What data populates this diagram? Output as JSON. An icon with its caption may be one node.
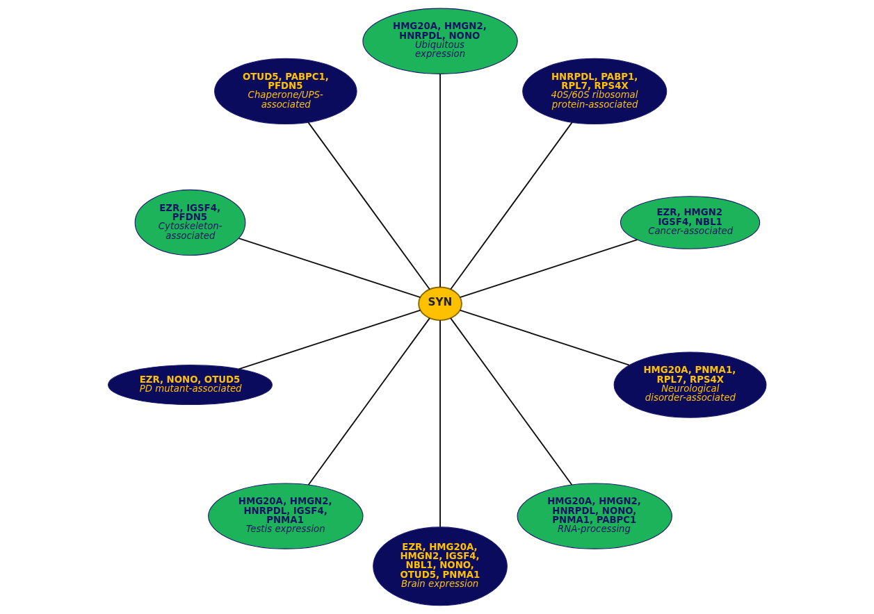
{
  "diagram": {
    "nodes": [
      {
        "text": [
          "SYN"
        ]
      },
      {
        "text": [
          "EZR, HMGN2 IGSF4, NBL1",
          "Cancer-associated"
        ]
      },
      {
        "text": [
          "HNRPDL, PABP1, RPL7, RPS4X",
          "40S/60S ribosomal protein-associated"
        ]
      },
      {
        "text": [
          "HMG20A, HMGN2, HNRPDL, NONO",
          "Ubiquitous expression"
        ]
      },
      {
        "text": [
          "OTUD5, PABPC1, PFDN5",
          "Chaperone/UPS-associated"
        ]
      },
      {
        "text": [
          "EZR, IGSF4, PFDN5",
          "Cytoskeleton-associated"
        ]
      },
      {
        "text": [
          "EZR, NONO, OTUD5",
          "PD mutant-associated"
        ]
      },
      {
        "text": [
          "HMG20A, HMGN2, HNRPDL, IGSF4, PNMA1",
          "Testis expression"
        ]
      },
      {
        "text": [
          "EZR, HMG20A, HMGN2, IGSF4, NBL1, NONO, OTUD5, PNMA1",
          "Brain expression"
        ]
      },
      {
        "text": [
          "HMG20A, HMGN2, HNRPDL, NONO, PNMA1, PABPC1",
          "RNA-processing"
        ]
      },
      {
        "text": [
          "HMG20A, PNMA1, RPL7, RPS4X",
          "Neurological disorder-associated"
        ]
      }
    ],
    "edges": [
      {
        "from": 0,
        "to": 1,
        "arrow": "none"
      },
      {
        "from": 0,
        "to": 2,
        "arrow": "none"
      },
      {
        "from": 0,
        "to": 3,
        "arrow": "none"
      },
      {
        "from": 0,
        "to": 4,
        "arrow": "none"
      },
      {
        "from": 0,
        "to": 5,
        "arrow": "none"
      },
      {
        "from": 0,
        "to": 6,
        "arrow": "none"
      },
      {
        "from": 0,
        "to": 7,
        "arrow": "none"
      },
      {
        "from": 0,
        "to": 8,
        "arrow": "none"
      },
      {
        "from": 0,
        "to": 9,
        "arrow": "none"
      },
      {
        "from": 0,
        "to": 10,
        "arrow": "none"
      }
    ]
  }
}
